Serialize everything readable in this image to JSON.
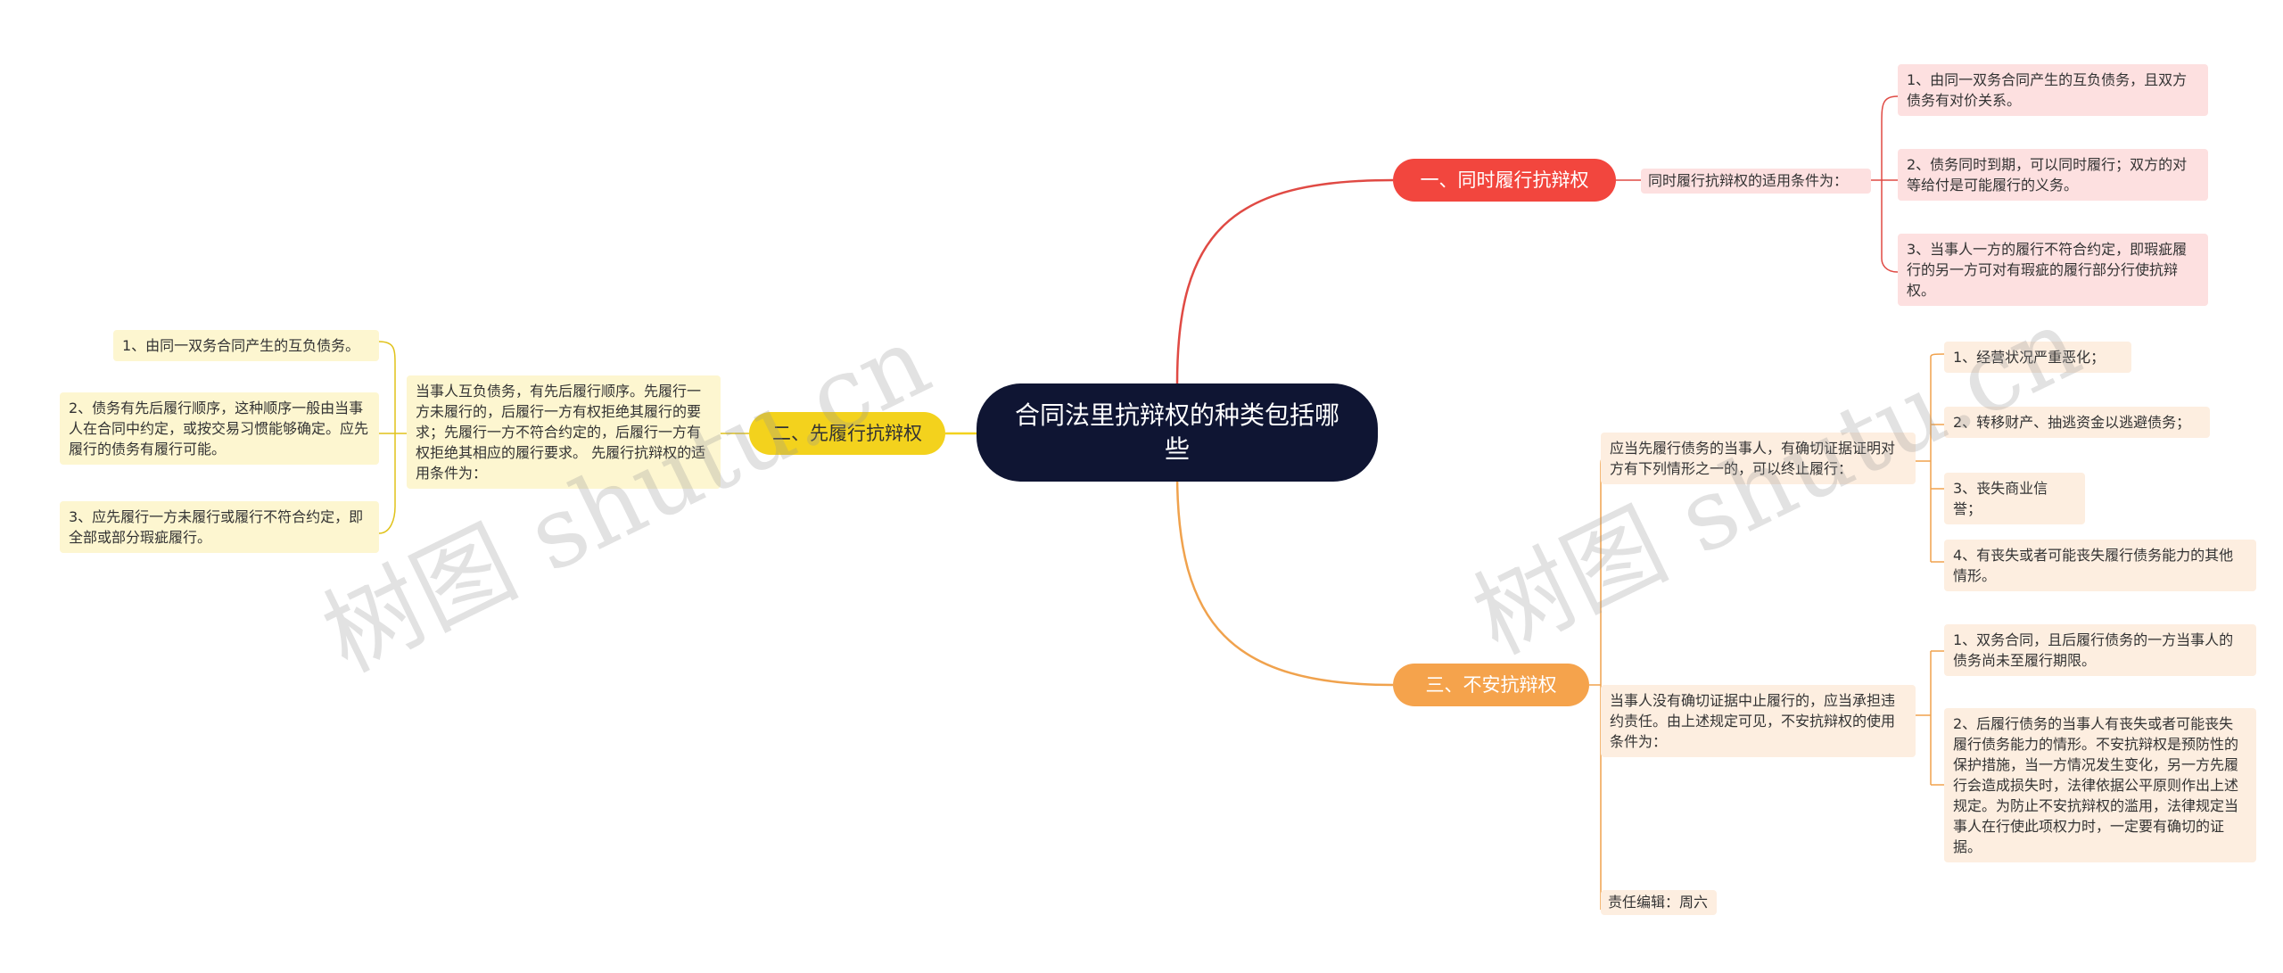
{
  "root": {
    "title": "合同法里抗辩权的种类包括哪些"
  },
  "branches": {
    "b1": {
      "label": "一、同时履行抗辩权",
      "color": "#e04a44",
      "condition": "同时履行抗辩权的适用条件为：",
      "items": [
        "1、由同一双务合同产生的互负债务，且双方债务有对价关系。",
        "2、债务同时到期，可以同时履行；双方的对等给付是可能履行的义务。",
        "3、当事人一方的履行不符合约定，即瑕疵履行的另一方可对有瑕疵的履行部分行使抗辩权。"
      ]
    },
    "b2": {
      "label": "二、先履行抗辩权",
      "color": "#f3d21d",
      "condition": "当事人互负债务，有先后履行顺序。先履行一方未履行的，后履行一方有权拒绝其履行的要求；先履行一方不符合约定的，后履行一方有权拒绝其相应的履行要求。 先履行抗辩权的适用条件为：",
      "items": [
        "1、由同一双务合同产生的互负债务。",
        "2、债务有先后履行顺序，这种顺序一般由当事人在合同中约定，或按交易习惯能够确定。应先履行的债务有履行可能。",
        "3、应先履行一方未履行或履行不符合约定，即全部或部分瑕疵履行。"
      ]
    },
    "b3": {
      "label": "三、不安抗辩权",
      "color": "#f0a24d",
      "sub1": {
        "text": "应当先履行债务的当事人，有确切证据证明对方有下列情形之一的，可以终止履行：",
        "items": [
          "1、经营状况严重恶化；",
          "2、转移财产、抽逃资金以逃避债务；",
          "3、丧失商业信誉；",
          "4、有丧失或者可能丧失履行债务能力的其他情形。"
        ]
      },
      "sub2": {
        "text": "当事人没有确切证据中止履行的，应当承担违约责任。由上述规定可见，不安抗辩权的使用条件为：",
        "items": [
          "1、双务合同，且后履行债务的一方当事人的债务尚未至履行期限。",
          "2、后履行债务的当事人有丧失或者可能丧失履行债务能力的情形。不安抗辩权是预防性的保护措施，当一方情况发生变化，另一方先履行会造成损失时，法律依据公平原则作出上述规定。为防止不安抗辩权的滥用，法律规定当事人在行使此项权力时，一定要有确切的证据。"
        ]
      },
      "editor": "责任编辑：周六"
    }
  },
  "watermarks": [
    "树图 shutu.cn",
    "树图 shutu.cn"
  ]
}
